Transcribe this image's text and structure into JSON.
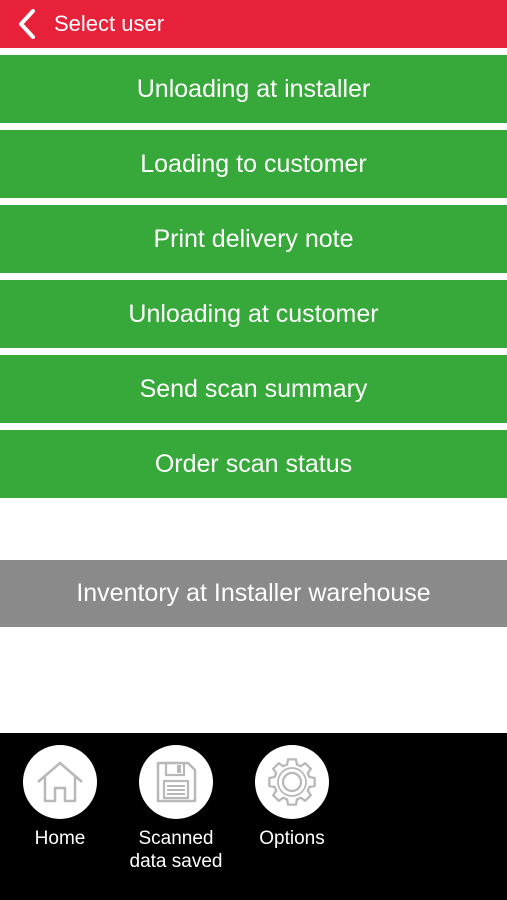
{
  "header": {
    "title": "Select user",
    "color": "#e8213a"
  },
  "menu": {
    "items": [
      {
        "label": "Unloading at installer"
      },
      {
        "label": "Loading to customer"
      },
      {
        "label": "Print delivery note"
      },
      {
        "label": "Unloading at customer"
      },
      {
        "label": "Send scan summary"
      },
      {
        "label": "Order scan status"
      }
    ],
    "item_color": "#36a93a"
  },
  "inventory": {
    "label": "Inventory at Installer warehouse",
    "color": "#8a8a8a"
  },
  "bottom_nav": {
    "home": {
      "label": "Home",
      "icon": "home-icon"
    },
    "scanned": {
      "label_line1": "Scanned",
      "label_line2": "data saved",
      "icon": "floppy-disk-icon"
    },
    "options": {
      "label": "Options",
      "icon": "gear-icon"
    }
  }
}
